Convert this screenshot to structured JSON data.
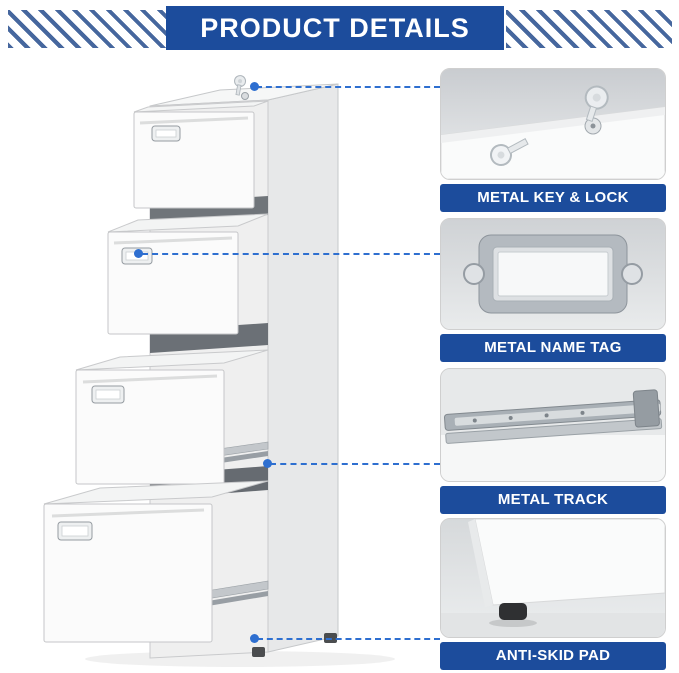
{
  "header": {
    "title": "PRODUCT DETAILS"
  },
  "panels": [
    {
      "id": "key-lock",
      "label": "METAL KEY & LOCK"
    },
    {
      "id": "name-tag",
      "label": "METAL NAME TAG"
    },
    {
      "id": "track",
      "label": "METAL TRACK"
    },
    {
      "id": "pad",
      "label": "ANTI-SKID PAD"
    }
  ],
  "colors": {
    "banner_blue": "#1c4c9c",
    "connector_blue": "#2e6fd0",
    "stripe_blue": "#46679e"
  }
}
